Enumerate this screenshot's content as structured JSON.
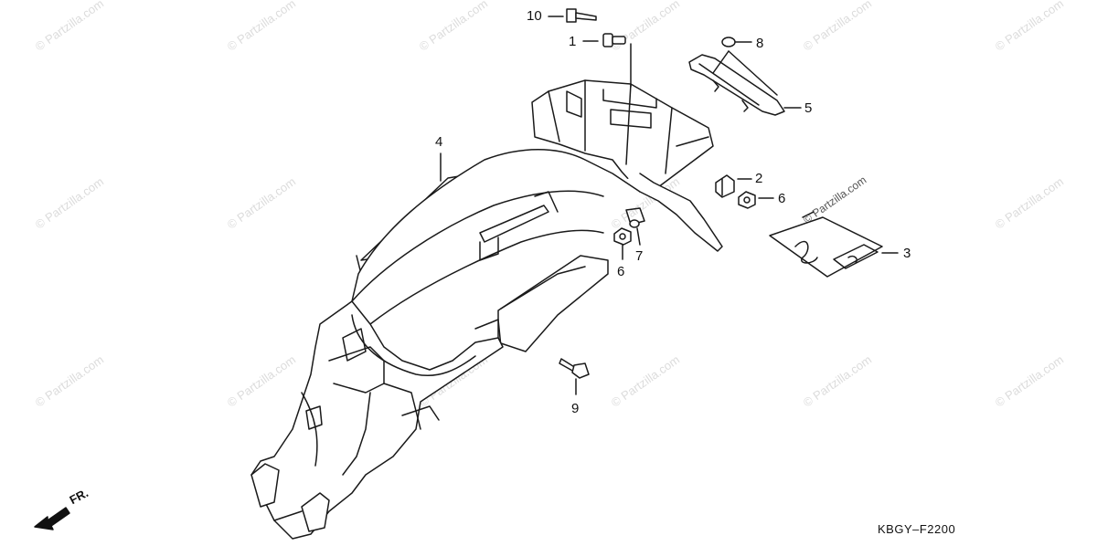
{
  "diagram": {
    "callouts": {
      "c1": "1",
      "c2": "2",
      "c3": "3",
      "c4": "4",
      "c5": "5",
      "c6a": "6",
      "c6b": "6",
      "c7": "7",
      "c8": "8",
      "c9": "9",
      "c10": "10"
    },
    "reference_code": "KBGY–F2200",
    "front_label": "FR.",
    "watermark_text": "© Partzilla.com"
  }
}
